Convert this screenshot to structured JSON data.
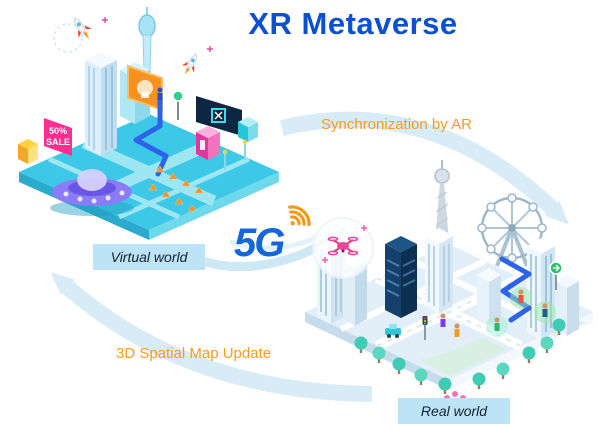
{
  "title": "XR Metaverse",
  "network": {
    "label": "5G"
  },
  "flow": {
    "sync_label": "Synchronization by AR",
    "update_label": "3D Spatial Map Update"
  },
  "virtual_world": {
    "label": "Virtual world",
    "sale_sign": {
      "line1": "50%",
      "line2": "SALE"
    }
  },
  "real_world": {
    "label": "Real world"
  },
  "colors": {
    "title_blue": "#0B50D0",
    "annotation_orange": "#F59C1D",
    "arrow_blue": "#D8ECF7",
    "label_box_bg": "#BDE4F6",
    "label_text": "#102232",
    "platform_teal": "#3EC8E7",
    "platform_light": "#E3EFF8",
    "fiveg_blue": "#1566D8",
    "signal_orange": "#F49A1C",
    "ufo_purple": "#8B7BF4",
    "route_blue": "#2D63E8",
    "sale_pink": "#FF2F92"
  }
}
